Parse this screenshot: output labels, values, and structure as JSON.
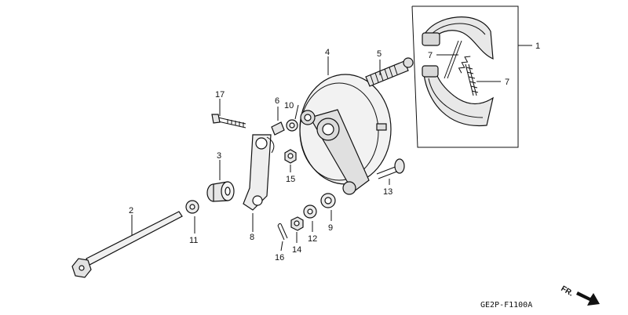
{
  "diagram": {
    "figure_code": "GE2P-F1100A",
    "direction_label": "FR.",
    "callouts": {
      "p1": "1",
      "p2": "2",
      "p3": "3",
      "p4": "4",
      "p5": "5",
      "p6": "6",
      "p7a": "7",
      "p7b": "7",
      "p8": "8",
      "p9": "9",
      "p10": "10",
      "p11": "11",
      "p12": "12",
      "p13": "13",
      "p14": "14",
      "p15": "15",
      "p16": "16",
      "p17": "17"
    }
  }
}
